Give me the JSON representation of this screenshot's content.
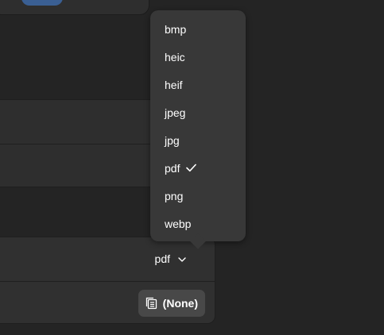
{
  "format_menu": {
    "options": [
      {
        "label": "bmp",
        "selected": false
      },
      {
        "label": "heic",
        "selected": false
      },
      {
        "label": "heif",
        "selected": false
      },
      {
        "label": "jpeg",
        "selected": false
      },
      {
        "label": "jpg",
        "selected": false
      },
      {
        "label": "pdf",
        "selected": true
      },
      {
        "label": "png",
        "selected": false
      },
      {
        "label": "webp",
        "selected": false
      }
    ]
  },
  "format_row": {
    "value": "pdf",
    "icon": "chevron-down-icon"
  },
  "template_row": {
    "button_label": "(None)",
    "icon": "document-icon"
  },
  "colors": {
    "background": "#242424",
    "card": "#2e2e2e",
    "popover": "#383838",
    "button": "#484848",
    "accent": "#3a5f93"
  }
}
